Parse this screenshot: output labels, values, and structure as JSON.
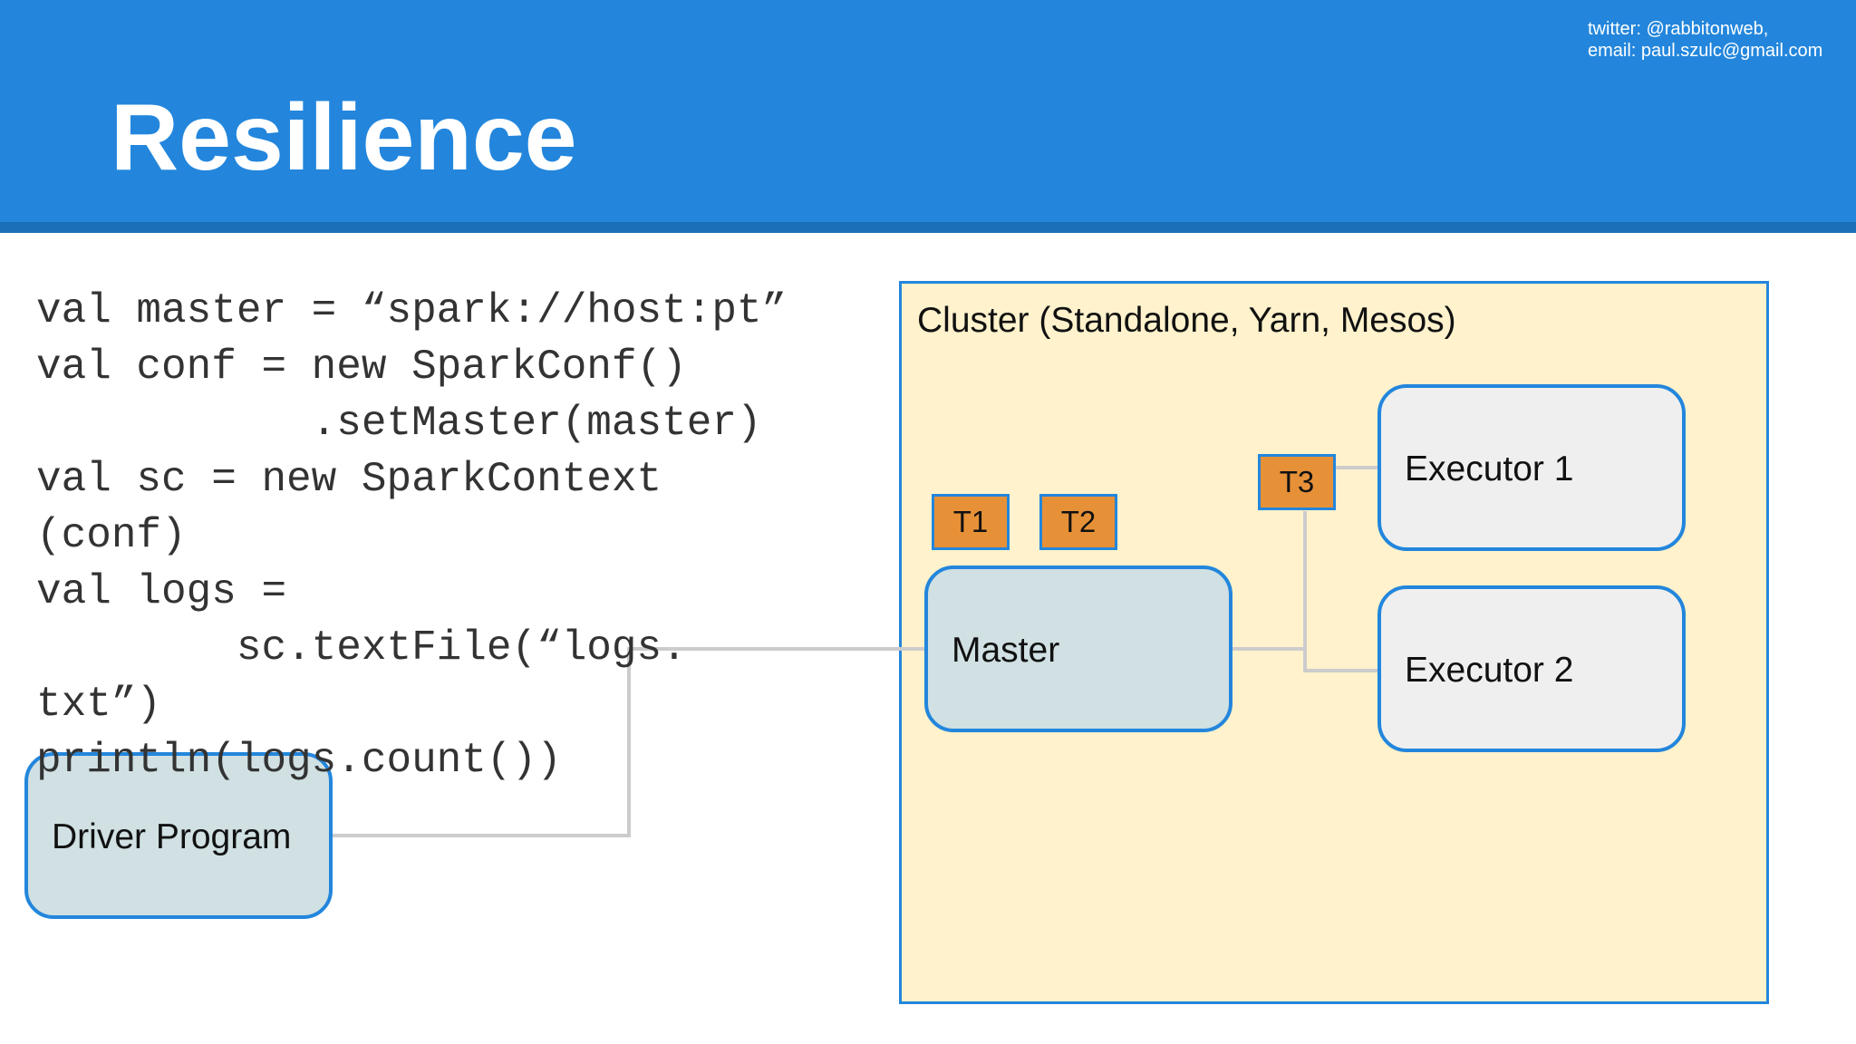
{
  "header": {
    "title": "Resilience",
    "contact_twitter": "twitter: @rabbitonweb,",
    "contact_email": "email: paul.szulc@gmail.com"
  },
  "code": {
    "lines": [
      "val master = “spark://host:pt”",
      "val conf = new SparkConf()",
      "           .setMaster(master)",
      "val sc = new SparkContext",
      "(conf)",
      "val logs =",
      "        sc.textFile(“logs.",
      "txt”)",
      "println(logs.count())"
    ]
  },
  "diagram": {
    "cluster_label": "Cluster (Standalone, Yarn, Mesos)",
    "driver_label": "Driver Program",
    "master_label": "Master",
    "executor1_label": "Executor 1",
    "executor2_label": "Executor 2",
    "tasks": [
      "T1",
      "T2",
      "T3"
    ]
  },
  "colors": {
    "header_blue": "#2386dc",
    "cluster_fill": "#fff2cc",
    "node_fill_blue": "#d0e0e3",
    "node_fill_gray": "#efefef",
    "task_orange": "#e69138",
    "connector_gray": "#cccccc"
  }
}
